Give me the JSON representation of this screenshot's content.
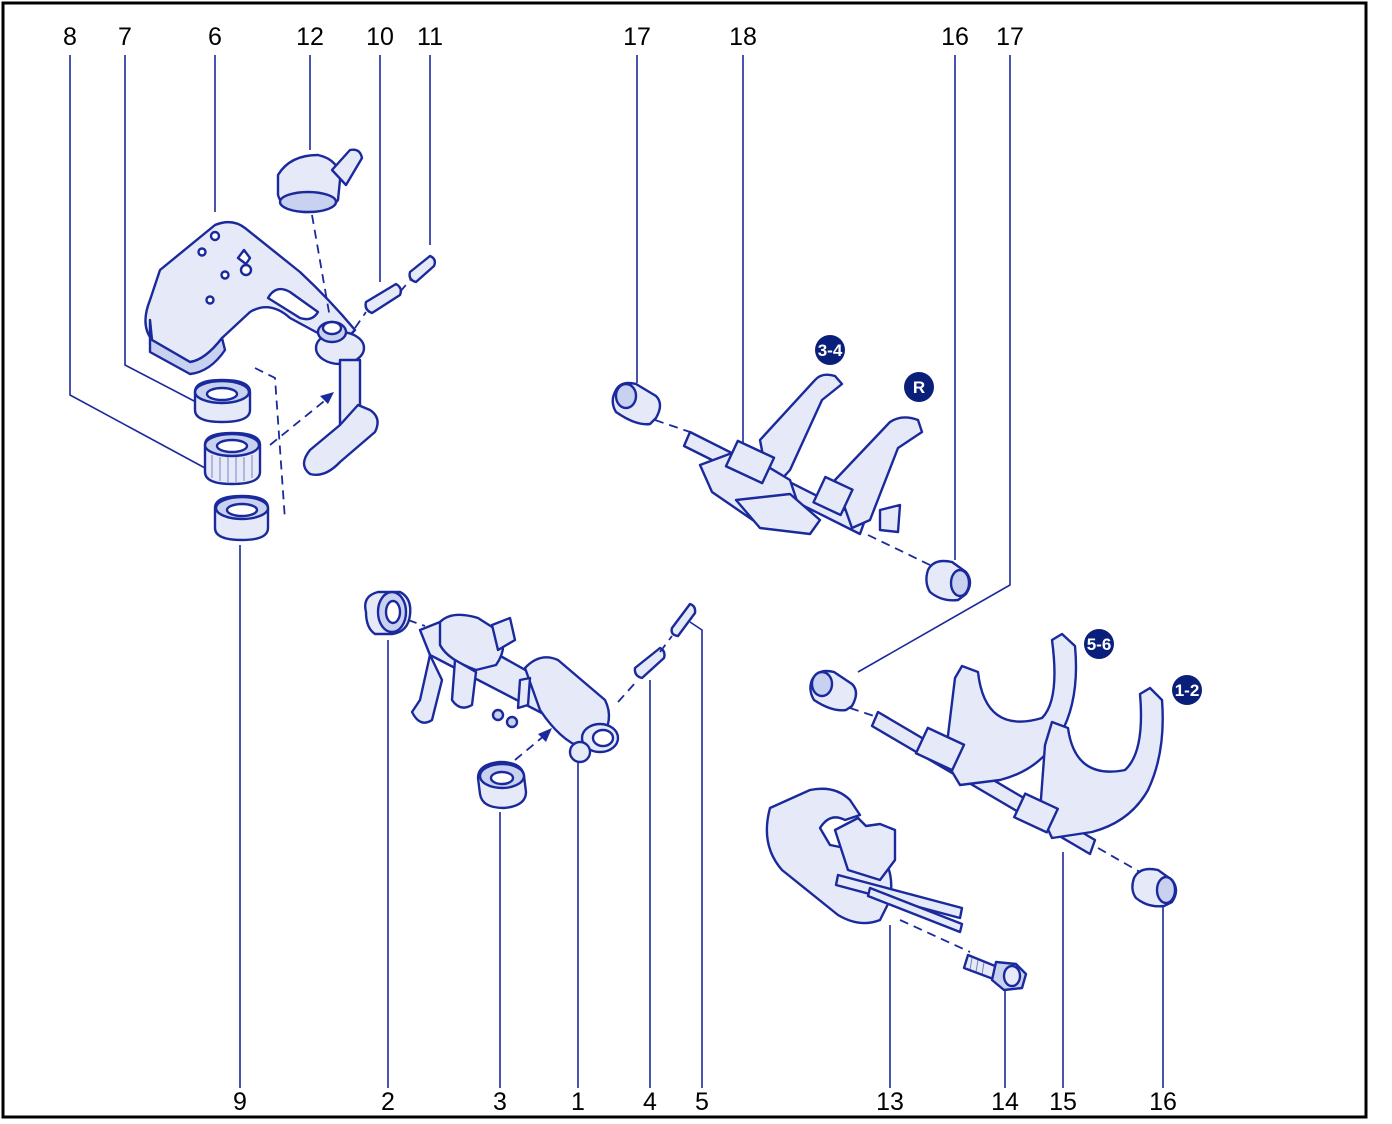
{
  "callouts": {
    "top": [
      "8",
      "7",
      "6",
      "12",
      "10",
      "11",
      "17",
      "18",
      "16",
      "17"
    ],
    "bottom": [
      "9",
      "2",
      "3",
      "1",
      "4",
      "5",
      "13",
      "14",
      "15",
      "16"
    ]
  },
  "gear_badges": {
    "g34": "3-4",
    "gR": "R",
    "g56": "5-6",
    "g12": "1-2"
  },
  "colors": {
    "line": "#1a2a9c",
    "fill": "#e6eaf8",
    "badge": "#0a1f7a",
    "frame": "#000000"
  }
}
